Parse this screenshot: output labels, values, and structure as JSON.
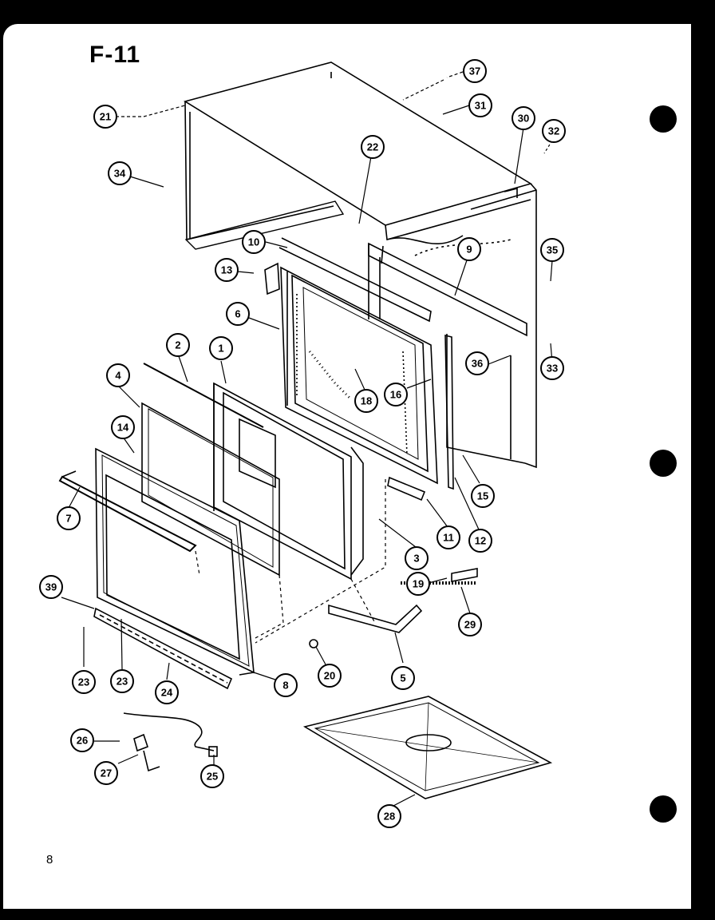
{
  "title": "F-11",
  "page_number": "8",
  "callouts": [
    "37",
    "31",
    "21",
    "30",
    "32",
    "22",
    "34",
    "35",
    "10",
    "9",
    "13",
    "6",
    "36",
    "33",
    "16",
    "18",
    "2",
    "1",
    "4",
    "14",
    "15",
    "7",
    "11",
    "12",
    "3",
    "19",
    "39",
    "29",
    "23",
    "23",
    "24",
    "8",
    "20",
    "5",
    "26",
    "25",
    "27",
    "28"
  ]
}
